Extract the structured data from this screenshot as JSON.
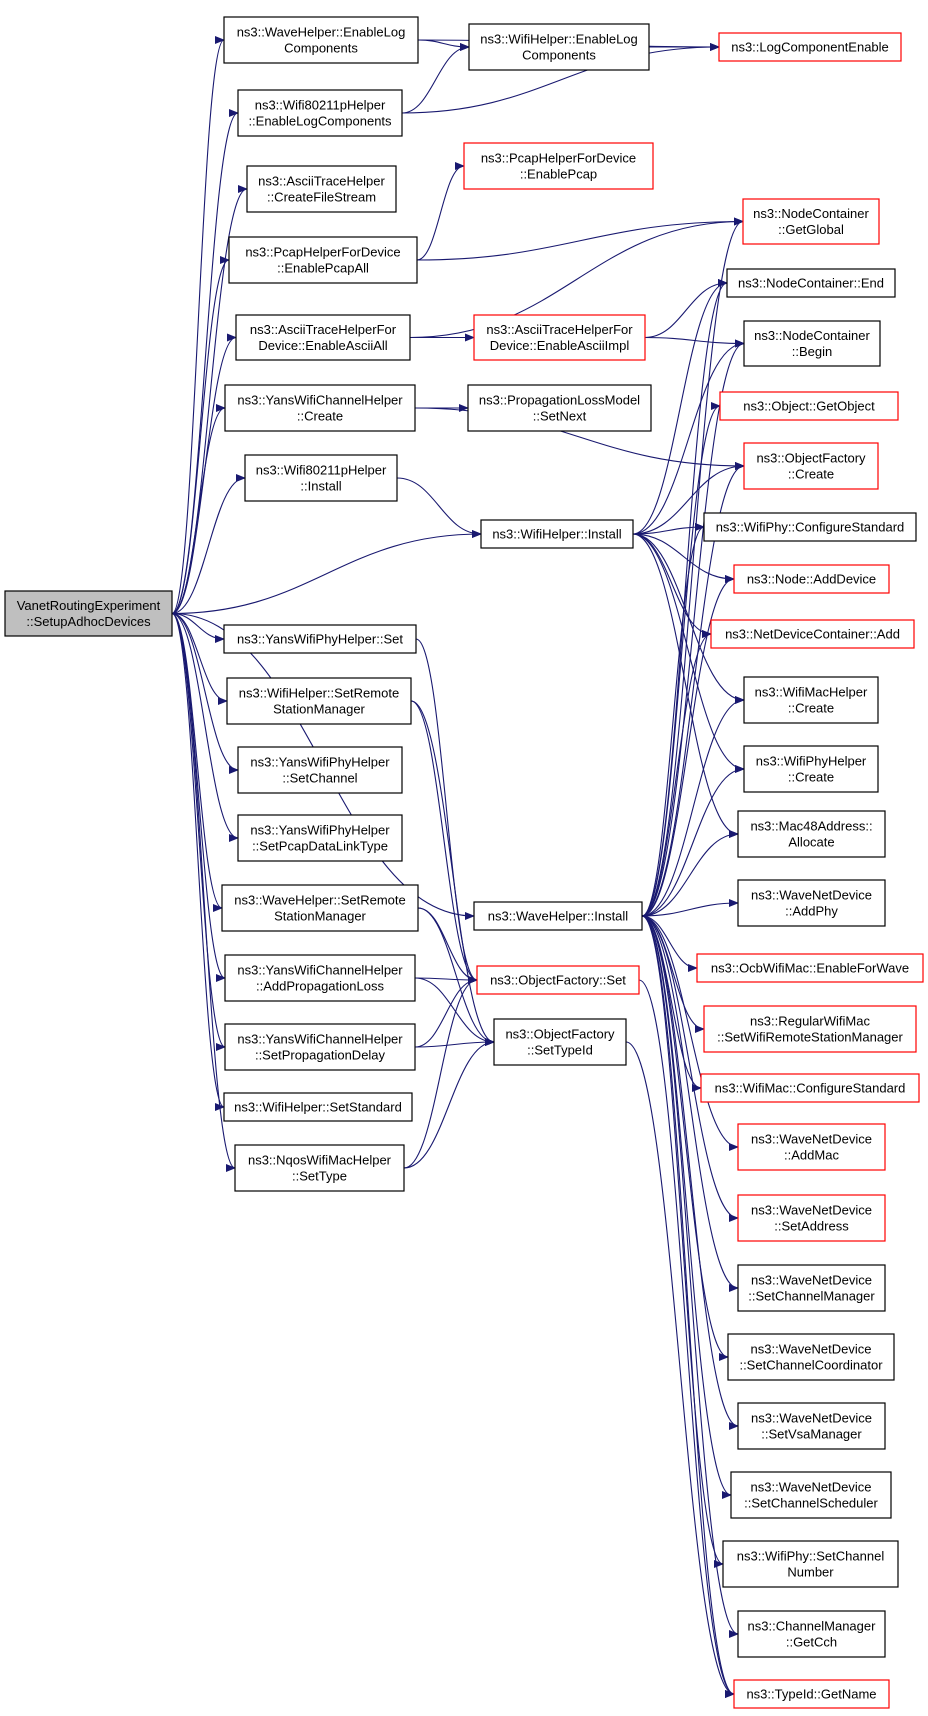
{
  "colors": {
    "edge": "#191970",
    "border_default": "#000000",
    "border_external": "#ff0000",
    "root_fill": "#bfbfbf",
    "background": "#ffffff"
  },
  "nodes": {
    "root": [
      "VanetRoutingExperiment",
      "::SetupAdhocDevices"
    ],
    "waveEnableLog": [
      "ns3::WaveHelper::EnableLog",
      "Components"
    ],
    "wifiEnableLog": [
      "ns3::WifiHelper::EnableLog",
      "Components"
    ],
    "logEnable": [
      "ns3::LogComponentEnable"
    ],
    "wifi80211EnableLog": [
      "ns3::Wifi80211pHelper",
      "::EnableLogComponents"
    ],
    "pcapDevEnablePcap": [
      "ns3::PcapHelperForDevice",
      "::EnablePcap"
    ],
    "asciiCreateFile": [
      "ns3::AsciiTraceHelper",
      "::CreateFileStream"
    ],
    "nodeContGetGlobal": [
      "ns3::NodeContainer",
      "::GetGlobal"
    ],
    "pcapDevEnableAll": [
      "ns3::PcapHelperForDevice",
      "::EnablePcapAll"
    ],
    "nodeContEnd": [
      "ns3::NodeContainer::End"
    ],
    "asciiDevEnableAll": [
      "ns3::AsciiTraceHelperFor",
      "Device::EnableAsciiAll"
    ],
    "asciiDevEnableImpl": [
      "ns3::AsciiTraceHelperFor",
      "Device::EnableAsciiImpl"
    ],
    "nodeContBegin": [
      "ns3::NodeContainer",
      "::Begin"
    ],
    "yansChanCreate": [
      "ns3::YansWifiChannelHelper",
      "::Create"
    ],
    "propLossSetNext": [
      "ns3::PropagationLossModel",
      "::SetNext"
    ],
    "objectGetObject": [
      "ns3::Object::GetObject"
    ],
    "wifi80211Install": [
      "ns3::Wifi80211pHelper",
      "::Install"
    ],
    "objFactoryCreate": [
      "ns3::ObjectFactory",
      "::Create"
    ],
    "wifiHelperInstall": [
      "ns3::WifiHelper::Install"
    ],
    "wifiPhyConfigStd": [
      "ns3::WifiPhy::ConfigureStandard"
    ],
    "nodeAddDevice": [
      "ns3::Node::AddDevice"
    ],
    "netDevContAdd": [
      "ns3::NetDeviceContainer::Add"
    ],
    "yansPhySet": [
      "ns3::YansWifiPhyHelper::Set"
    ],
    "wifiSetRemote": [
      "ns3::WifiHelper::SetRemote",
      "StationManager"
    ],
    "wifiMacHelperCreate": [
      "ns3::WifiMacHelper",
      "::Create"
    ],
    "yansPhySetChannel": [
      "ns3::YansWifiPhyHelper",
      "::SetChannel"
    ],
    "wifiPhyHelperCreate": [
      "ns3::WifiPhyHelper",
      "::Create"
    ],
    "yansPhySetPcap": [
      "ns3::YansWifiPhyHelper",
      "::SetPcapDataLinkType"
    ],
    "mac48Allocate": [
      "ns3::Mac48Address::",
      "Allocate"
    ],
    "waveSetRemote": [
      "ns3::WaveHelper::SetRemote",
      "StationManager"
    ],
    "waveInstall": [
      "ns3::WaveHelper::Install"
    ],
    "waveNetAddPhy": [
      "ns3::WaveNetDevice",
      "::AddPhy"
    ],
    "ocbEnableWave": [
      "ns3::OcbWifiMac::EnableForWave"
    ],
    "yansChanAddProp": [
      "ns3::YansWifiChannelHelper",
      "::AddPropagationLoss"
    ],
    "objFactorySet": [
      "ns3::ObjectFactory::Set"
    ],
    "regularSetRemote": [
      "ns3::RegularWifiMac",
      "::SetWifiRemoteStationManager"
    ],
    "yansChanSetDelay": [
      "ns3::YansWifiChannelHelper",
      "::SetPropagationDelay"
    ],
    "objFactorySetTypeId": [
      "ns3::ObjectFactory",
      "::SetTypeId"
    ],
    "wifiMacConfigStd": [
      "ns3::WifiMac::ConfigureStandard"
    ],
    "wifiSetStandard": [
      "ns3::WifiHelper::SetStandard"
    ],
    "nqosSetType": [
      "ns3::NqosWifiMacHelper",
      "::SetType"
    ],
    "waveNetAddMac": [
      "ns3::WaveNetDevice",
      "::AddMac"
    ],
    "waveNetSetAddress": [
      "ns3::WaveNetDevice",
      "::SetAddress"
    ],
    "waveNetSetChanMgr": [
      "ns3::WaveNetDevice",
      "::SetChannelManager"
    ],
    "waveNetSetChanCoord": [
      "ns3::WaveNetDevice",
      "::SetChannelCoordinator"
    ],
    "waveNetSetVsa": [
      "ns3::WaveNetDevice",
      "::SetVsaManager"
    ],
    "waveNetSetChanSched": [
      "ns3::WaveNetDevice",
      "::SetChannelScheduler"
    ],
    "wifiPhySetChanNum": [
      "ns3::WifiPhy::SetChannel",
      "Number"
    ],
    "chanMgrGetCch": [
      "ns3::ChannelManager",
      "::GetCch"
    ],
    "typeIdGetName": [
      "ns3::TypeId::GetName"
    ]
  }
}
